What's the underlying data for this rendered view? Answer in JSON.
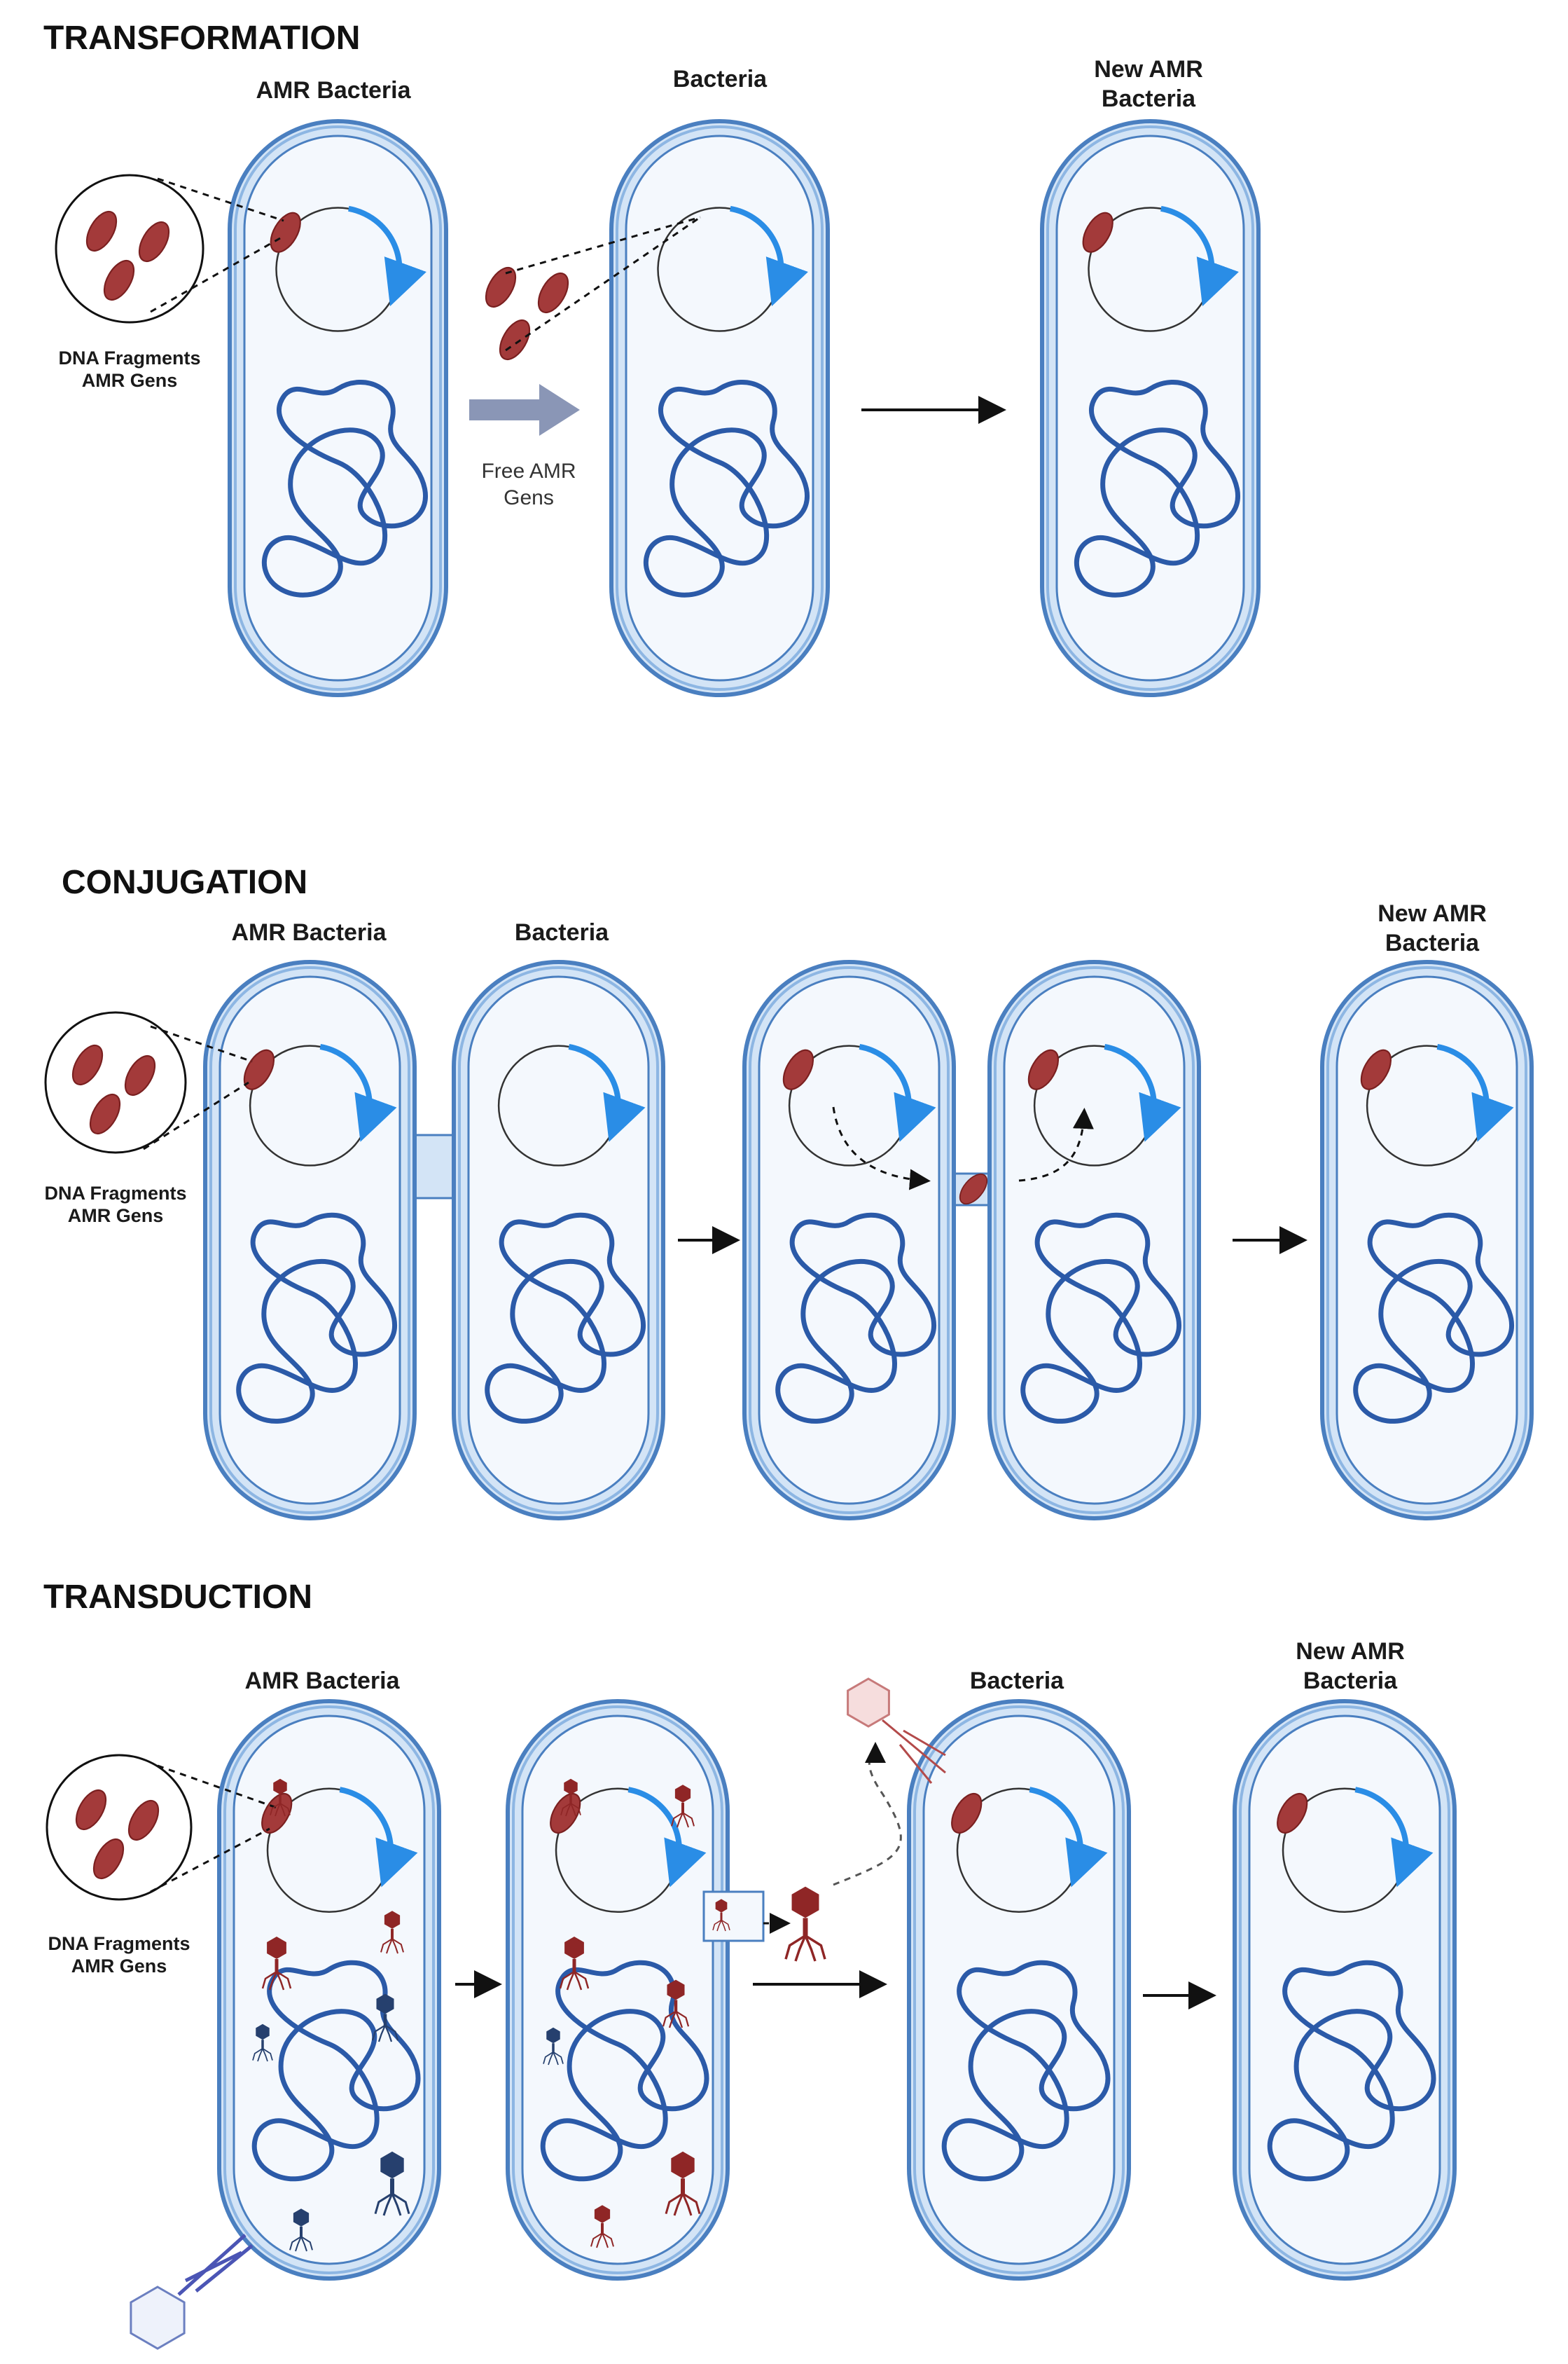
{
  "colors": {
    "membrane_outer": "#4a7fc0",
    "membrane_mid": "#8db6e3",
    "membrane_light": "#d3e4f6",
    "cytoplasm": "#f4f8fd",
    "chromosome": "#2b5aa8",
    "plasmid_arc": "#2a8de6",
    "dna_fragment": "#a33a3a",
    "phage_red": "#8f2626",
    "phage_blue": "#26406e",
    "arrow_grey": "#8a96b6"
  },
  "sections": {
    "transformation": {
      "title": "TRANSFORMATION",
      "label_amr": "AMR Bacteria",
      "label_bacteria": "Bacteria",
      "label_new_1": "New AMR",
      "label_new_2": "Bacteria",
      "inset_line1": "DNA Fragments",
      "inset_line2": "AMR Gens",
      "free_line1": "Free AMR",
      "free_line2": "Gens"
    },
    "conjugation": {
      "title": "CONJUGATION",
      "label_amr": "AMR Bacteria",
      "label_bacteria": "Bacteria",
      "label_new_1": "New AMR",
      "label_new_2": "Bacteria",
      "inset_line1": "DNA Fragments",
      "inset_line2": "AMR Gens"
    },
    "transduction": {
      "title": "TRANSDUCTION",
      "label_amr": "AMR Bacteria",
      "label_bacteria": "Bacteria",
      "label_new_1": "New AMR",
      "label_new_2": "Bacteria",
      "inset_line1": "DNA Fragments",
      "inset_line2": "AMR Gens"
    }
  },
  "icons": {
    "bacterium": "rod-bacterium-icon",
    "plasmid": "plasmid-icon",
    "chromosome": "chromosome-icon",
    "fragment": "dna-fragment-icon",
    "phage": "bacteriophage-icon"
  }
}
